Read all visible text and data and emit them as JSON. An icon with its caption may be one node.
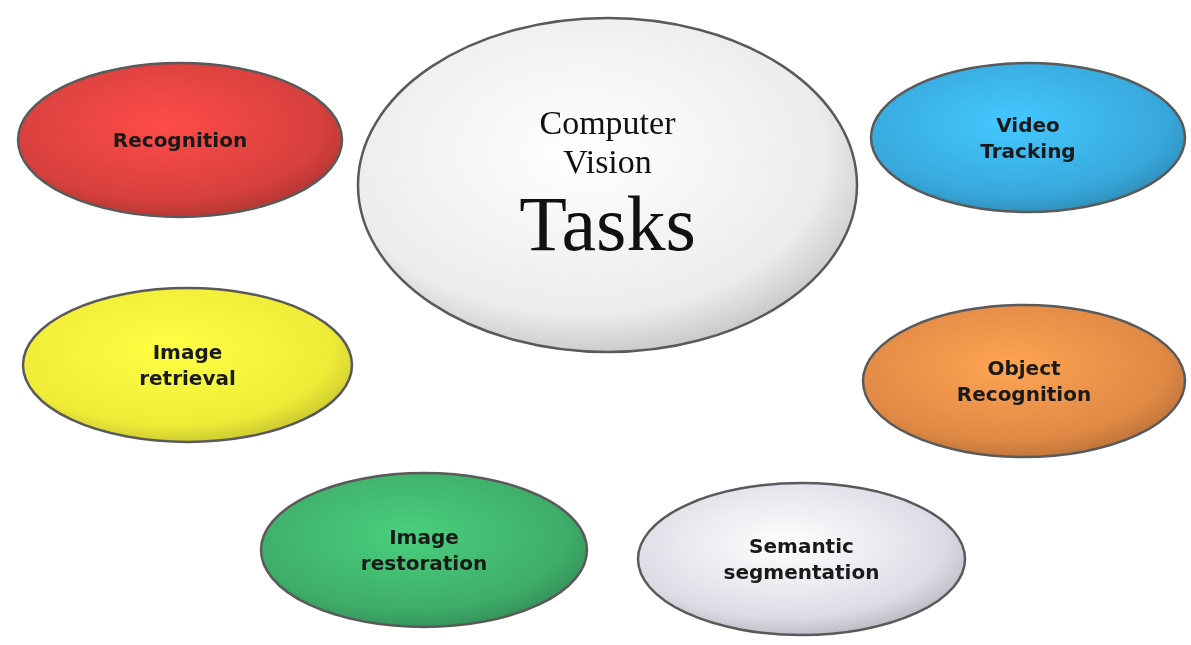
{
  "diagram": {
    "nodes": [
      {
        "text": [
          "Recognition"
        ]
      },
      {
        "text": [
          "Computer Vision",
          "Tasks"
        ]
      },
      {
        "text": [
          "Video Tracking"
        ]
      },
      {
        "text": [
          "Image retrieval"
        ]
      },
      {
        "text": [
          "Object Recognition"
        ]
      },
      {
        "text": [
          "Image restoration"
        ]
      },
      {
        "text": [
          "Semantic segmentation"
        ]
      }
    ]
  }
}
